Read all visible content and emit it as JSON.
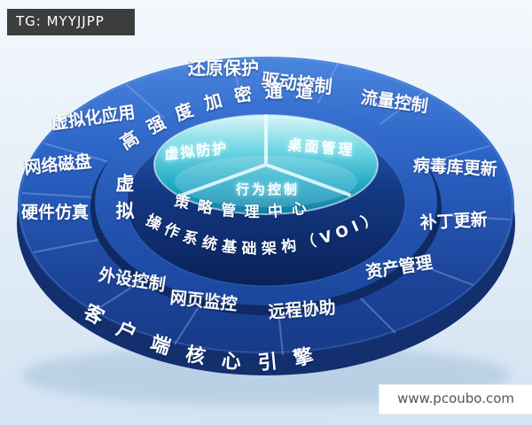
{
  "badges": {
    "tg": "TG: MYYJJPP",
    "site": "www.pcoubo.com"
  },
  "colors": {
    "background": "#dce9f5",
    "outer_ring": "#2a5fc0",
    "ring_dark": "#14316f",
    "inner_bowl": "#0c2a66",
    "center_disc": "#2ab4cf",
    "text": "#ffffff"
  },
  "diagram": {
    "outer": {
      "restore": "还原保护",
      "drive": "驱动控制",
      "traffic": "流量控制",
      "virt_app": "虚拟化应用",
      "net_disk": "网络磁盘",
      "hw_sim": "硬件仿真",
      "virus_db": "病毒库更新",
      "patch": "补丁更新",
      "asset": "资产管理",
      "peripheral": "外设控制",
      "web_monitor": "网页监控",
      "remote": "远程协助"
    },
    "arcs": {
      "encrypt_channel": "高强度加密通道",
      "virtual_vertical": "虚拟",
      "policy_center": "策略管理中心",
      "os_infra": "操作系统基础架构（VOI）",
      "client_engine": "客户端核心引擎"
    },
    "center": {
      "virtual_protect": "虚拟防护",
      "desktop_mgmt": "桌面管理",
      "behavior_ctrl": "行为控制"
    }
  }
}
